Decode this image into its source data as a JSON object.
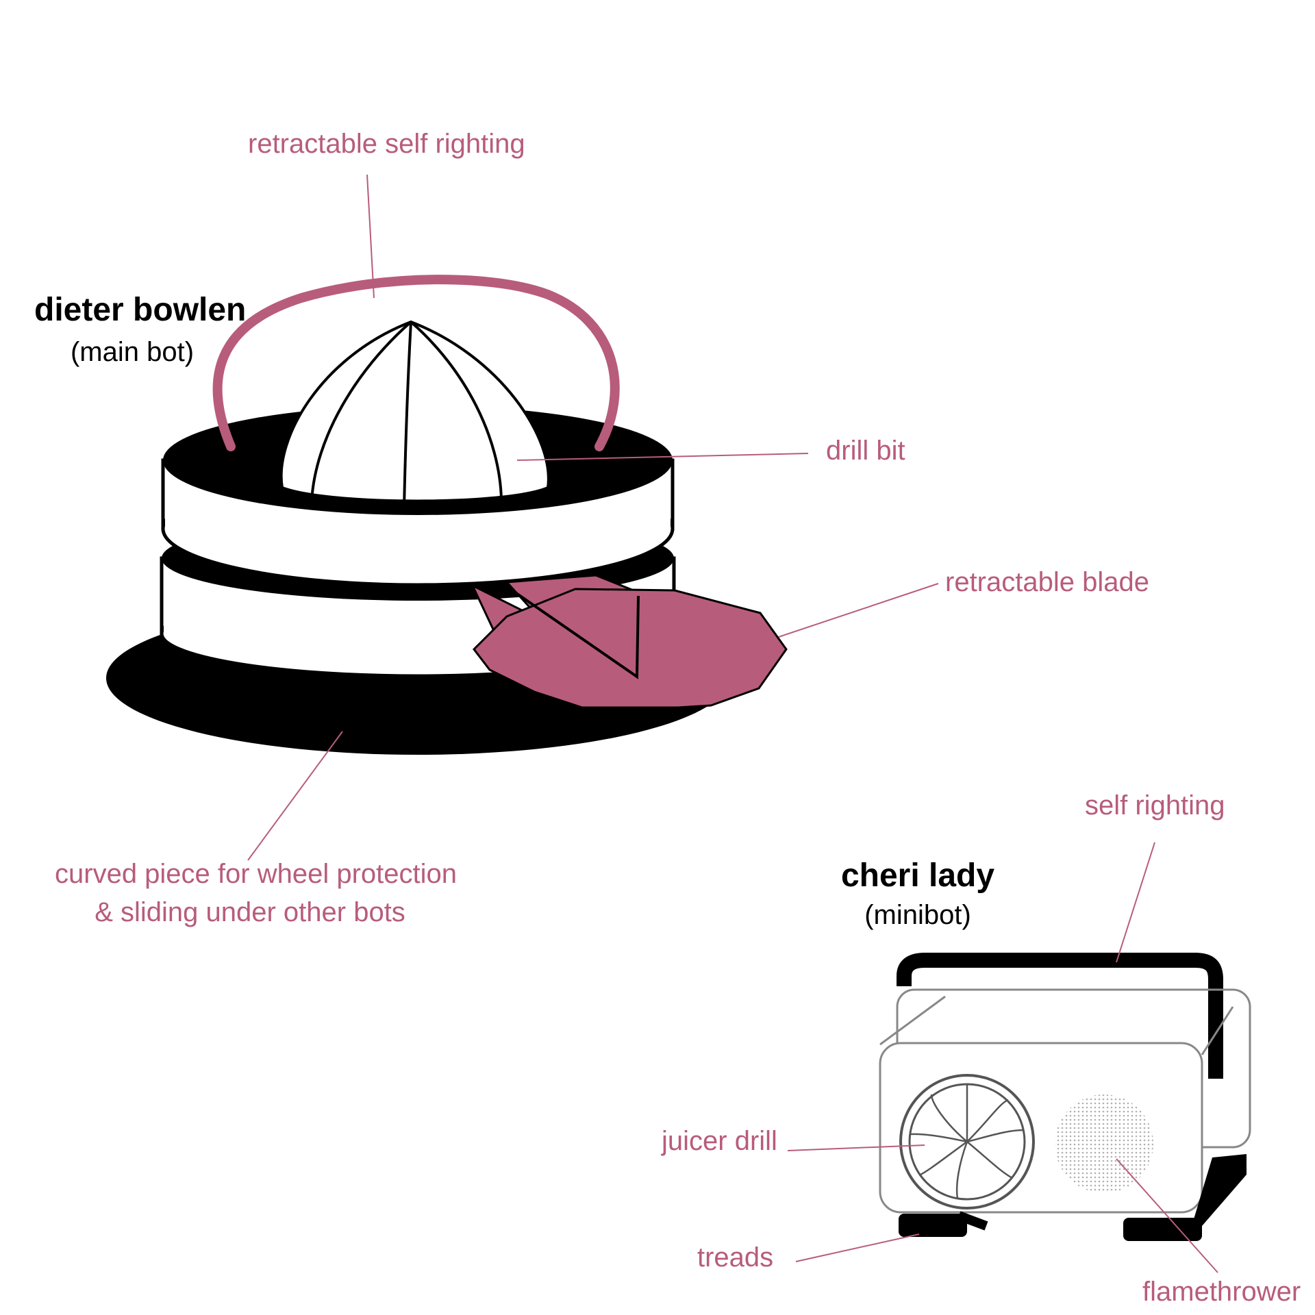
{
  "colors": {
    "accent": "#b85c7c",
    "ink": "#000000",
    "outline": "#777777"
  },
  "main_bot": {
    "name": "dieter bowlen",
    "role": "(main bot)",
    "labels": {
      "self_righting": "retractable self righting",
      "drill_bit": "drill bit",
      "blade": "retractable blade",
      "wedge_line1": "curved piece for wheel protection",
      "wedge_line2": "& sliding under other bots"
    }
  },
  "mini_bot": {
    "name": "cheri lady",
    "role": "(minibot)",
    "labels": {
      "self_righting": "self righting",
      "juicer_drill": "juicer drill",
      "treads": "treads",
      "flamethrower": "flamethrower"
    }
  }
}
